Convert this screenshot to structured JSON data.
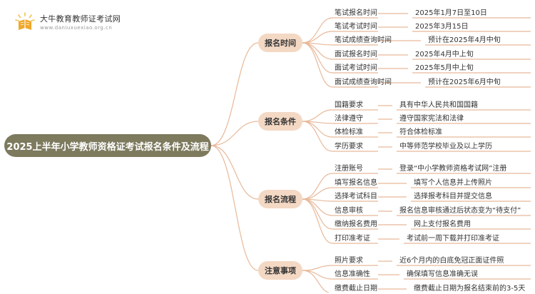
{
  "logo": {
    "title": "大牛教育教师证考试网",
    "url": "www.daniuxuexiao.org.cn",
    "colors": {
      "book": "#f0a82a",
      "spark": "#f5c24a"
    },
    "icon": "book-icon"
  },
  "root": {
    "label": "2025上半年小学教师资格证考试报名条件及流程"
  },
  "colors": {
    "root_bg": "#7d7a5e",
    "category_bg": "#f3d8c4",
    "line": "#e8b99a"
  },
  "categories": [
    {
      "label": "报名时间",
      "items": [
        {
          "label": "笔试报名时间",
          "value": "2025年1月7日至10日"
        },
        {
          "label": "笔试考试时间",
          "value": "2025年3月15日"
        },
        {
          "label": "笔试成绩查询时间",
          "value": "预计在2025年4月中旬"
        },
        {
          "label": "面试报名时间",
          "value": "2025年4月中上旬"
        },
        {
          "label": "面试考试时间",
          "value": "2025年5月中上旬"
        },
        {
          "label": "面试成绩查询时间",
          "value": "预计在2025年6月中旬"
        }
      ]
    },
    {
      "label": "报名条件",
      "items": [
        {
          "label": "国籍要求",
          "value": "具有中华人民共和国国籍"
        },
        {
          "label": "法律遵守",
          "value": "遵守国家宪法和法律"
        },
        {
          "label": "体检标准",
          "value": "符合体检标准"
        },
        {
          "label": "学历要求",
          "value": "中等师范学校毕业及以上学历"
        }
      ]
    },
    {
      "label": "报名流程",
      "items": [
        {
          "label": "注册账号",
          "value": "登录“中小学教师资格考试网”注册"
        },
        {
          "label": "填写报名信息",
          "value": "填写个人信息并上传照片"
        },
        {
          "label": "选择考试科目",
          "value": "选择报考科目并提交信息"
        },
        {
          "label": "信息审核",
          "value": "报名信息审核通过后状态变为“待支付”"
        },
        {
          "label": "缴纳报名费用",
          "value": "网上支付报名费用"
        },
        {
          "label": "打印准考证",
          "value": "考试前一周下载并打印准考证"
        }
      ]
    },
    {
      "label": "注意事项",
      "items": [
        {
          "label": "照片要求",
          "value": "近6个月内的白底免冠正面证件照"
        },
        {
          "label": "信息准确性",
          "value": "确保填写信息准确无误"
        },
        {
          "label": "缴费截止日期",
          "value": "缴费截止日期为报名结束前的3-5天"
        }
      ]
    }
  ]
}
